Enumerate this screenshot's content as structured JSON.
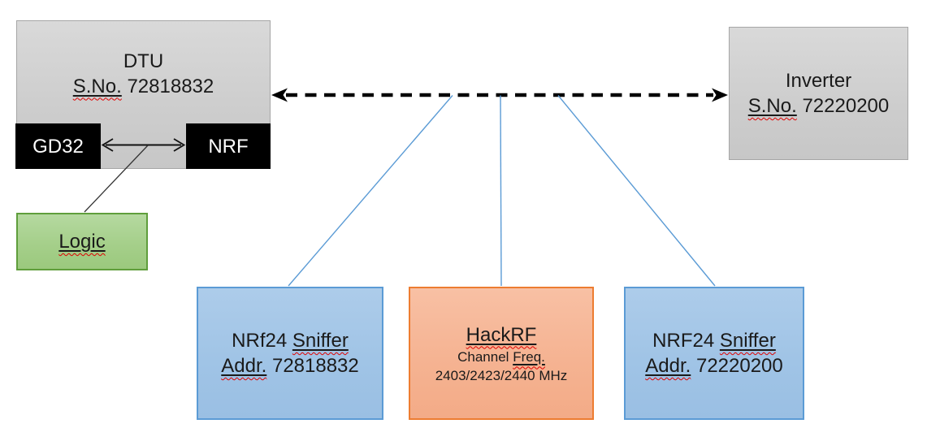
{
  "diagram": {
    "dtu": {
      "title": "DTU",
      "serial_prefix": "S.No.",
      "serial": "72818832"
    },
    "gd32": {
      "label": "GD32"
    },
    "nrf": {
      "label": "NRF"
    },
    "logic": {
      "label": "Logic"
    },
    "inverter": {
      "title": "Inverter",
      "serial_prefix": "S.No.",
      "serial": "72220200"
    },
    "sniffer1": {
      "name": "NRf24",
      "role": "Sniffer",
      "addr_prefix": "Addr.",
      "addr": "72818832"
    },
    "hackrf": {
      "title": "HackRF",
      "channel_word": "Channel",
      "freq_word": "Freq.",
      "frequencies": "2403/2423/2440 MHz"
    },
    "sniffer2": {
      "name": "NRF24",
      "role": "Sniffer",
      "addr_prefix": "Addr.",
      "addr": "72220200"
    },
    "colors": {
      "box_gray": "#cfcfcf",
      "box_gray_border": "#a6a6a6",
      "box_black": "#000000",
      "box_green": "#a9d18e",
      "box_green_border": "#5f9e3c",
      "box_blue": "#9dc3e6",
      "box_blue_border": "#5b9bd5",
      "box_orange": "#f4b183",
      "box_orange_border": "#ed7d31",
      "connector_blue": "#5b9bd5",
      "arrow_black": "#000000",
      "squiggle_red": "#e00000"
    }
  }
}
